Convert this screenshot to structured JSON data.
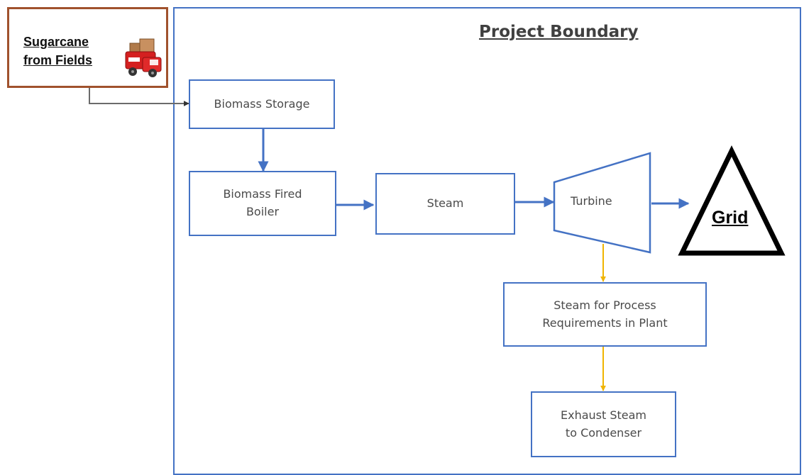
{
  "source": {
    "line1": "Sugarcane",
    "line2": "from Fields",
    "icon": "truck-icon"
  },
  "boundary": {
    "title": "Project Boundary"
  },
  "nodes": {
    "biomass_storage": "Biomass Storage",
    "boiler_line1": "Biomass Fired",
    "boiler_line2": "Boiler",
    "steam": "Steam",
    "turbine": "Turbine",
    "grid": "Grid",
    "process_line1": "Steam for Process",
    "process_line2": "Requirements in Plant",
    "exhaust_line1": "Exhaust Steam",
    "exhaust_line2": "to Condenser"
  },
  "colors": {
    "flow_arrow": "#4472c4",
    "steam_arrow": "#f0b400",
    "feed_arrow": "#6b6b6b",
    "source_border": "#a0522d"
  }
}
